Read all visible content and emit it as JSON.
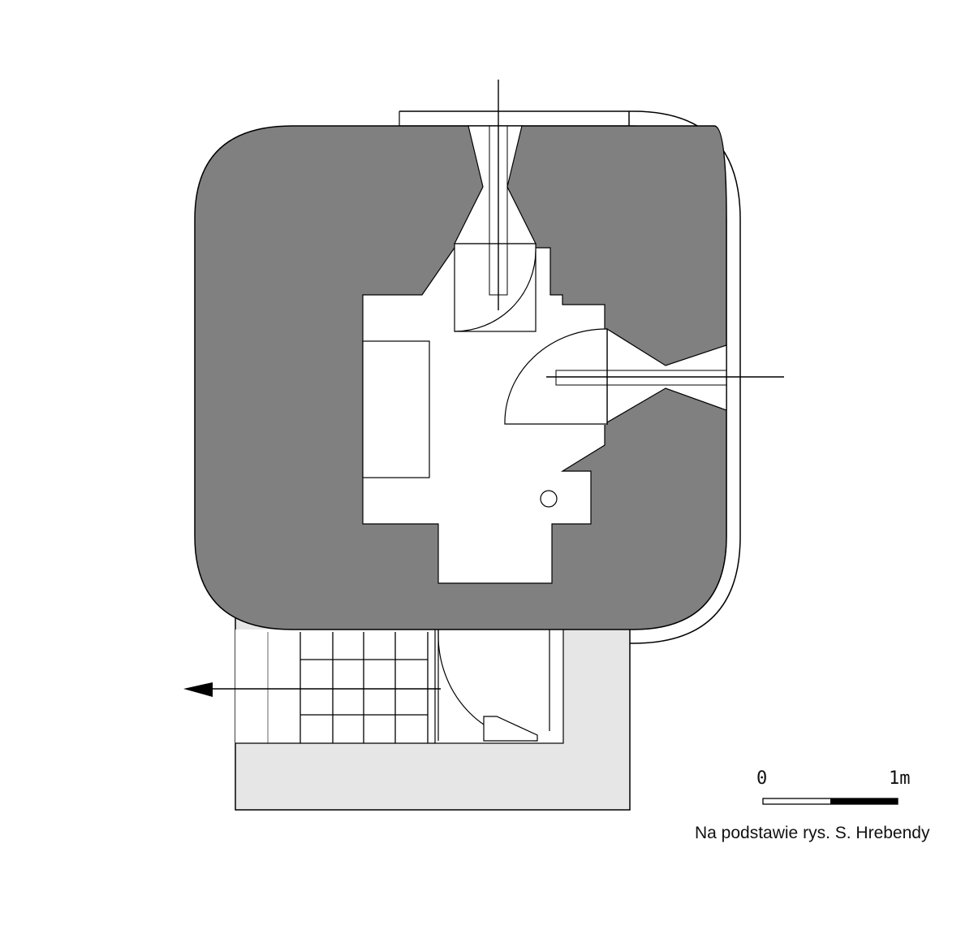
{
  "scale_bar": {
    "start_label": "0",
    "end_label": "1m"
  },
  "credit": "Na podstawie rys. S. Hrebendy",
  "colors": {
    "wall": "#808080",
    "outline": "#000000",
    "light_fill": "#e6e6e6",
    "background": "#ffffff"
  }
}
